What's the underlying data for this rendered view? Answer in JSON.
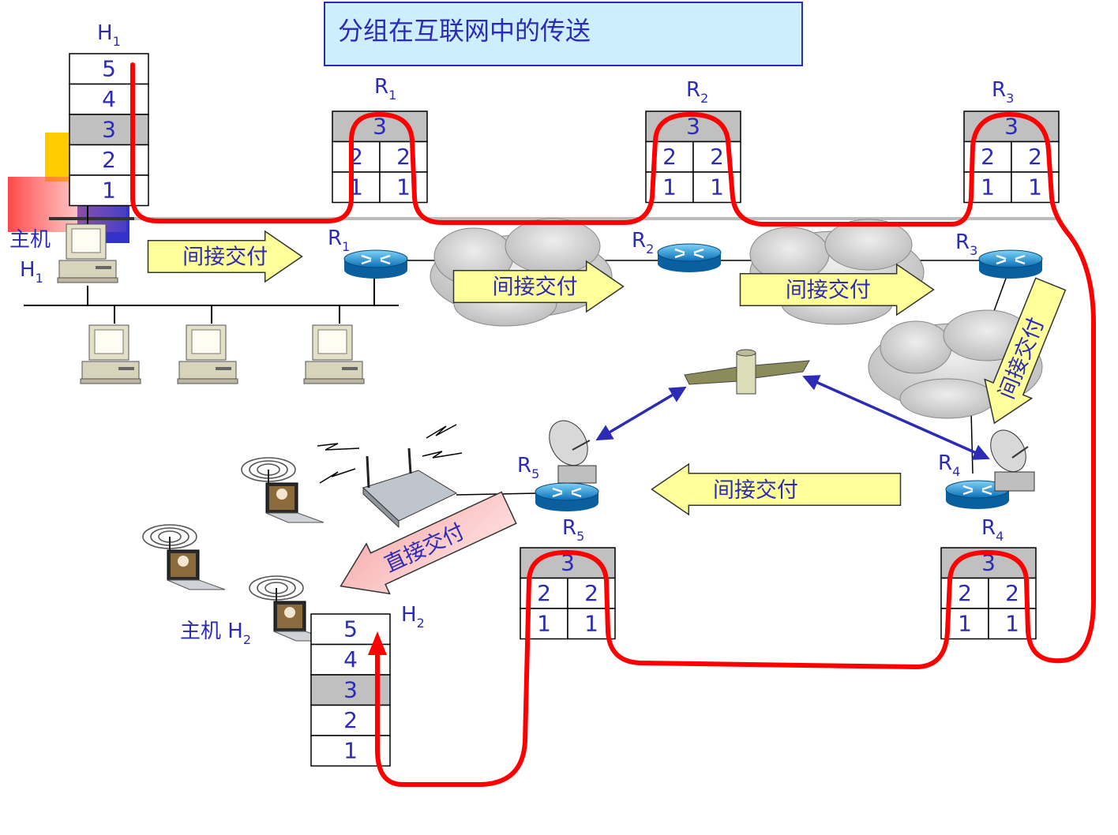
{
  "title": "分组在互联网中的传送",
  "host1": {
    "label": "H",
    "sub": "1",
    "caption_main": "主机",
    "caption_h": "H",
    "caption_sub": "1",
    "layers": [
      "5",
      "4",
      "3",
      "2",
      "1"
    ]
  },
  "host2": {
    "label": "H",
    "sub": "2",
    "caption": "主机 H",
    "caption_sub": "2",
    "layers": [
      "5",
      "4",
      "3",
      "2",
      "1"
    ]
  },
  "routers": [
    {
      "name": "R",
      "sub": "1",
      "layer3": "3",
      "cells": [
        "2",
        "2",
        "1",
        "1"
      ]
    },
    {
      "name": "R",
      "sub": "2",
      "layer3": "3",
      "cells": [
        "2",
        "2",
        "1",
        "1"
      ]
    },
    {
      "name": "R",
      "sub": "3",
      "layer3": "3",
      "cells": [
        "2",
        "2",
        "1",
        "1"
      ]
    },
    {
      "name": "R",
      "sub": "4",
      "layer3": "3",
      "cells": [
        "2",
        "2",
        "1",
        "1"
      ]
    },
    {
      "name": "R",
      "sub": "5",
      "layer3": "3",
      "cells": [
        "2",
        "2",
        "1",
        "1"
      ]
    }
  ],
  "arrows": {
    "indirect": "间接交付",
    "direct": "直接交付"
  },
  "colors": {
    "path": "#ff0000",
    "text_blue": "#2b2bb5",
    "arrow_fill": "#ffff99",
    "title_bg": "#cdeefc",
    "layer3_bg": "#c0c0c0"
  }
}
